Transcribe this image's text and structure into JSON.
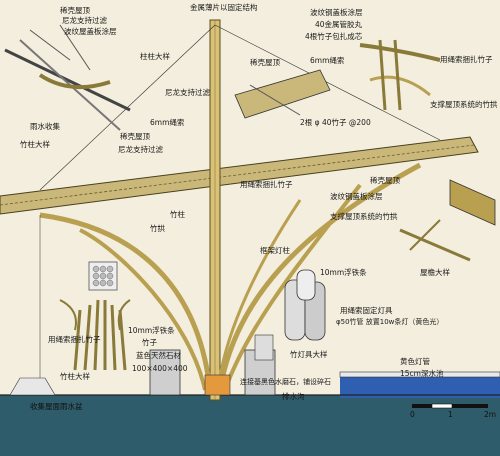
{
  "labels": {
    "roof_tile": "稀壳屋顶",
    "nylon_mesh_1": "尼龙支持过滤",
    "waterproof_coat": "波纹屋盖板涂层",
    "top_fix": "金属薄片以固定结构",
    "column_detail_top": "柱柱大样",
    "wave_roof_coat": "波纹钢盖板涂层",
    "glue_40": "40金属管胶丸",
    "bamboo_4": "4根竹子包扎成芯",
    "rope_6mm": "6mm绳索",
    "tie_bamboo_1": "用绳索捆扎竹子",
    "roof_tile_2": "稀壳屋顶",
    "nylon_mesh_2": "尼龙支持过滤",
    "rope_6mm_2": "6mm绳索",
    "bamboo_count": "2根 φ 40竹子 @200",
    "rain_eave": "雨水收集",
    "column_detail_left": "竹柱大样",
    "support_roof": "支撑屋顶系统的竹拱",
    "roof_tile_3": "稀壳屋顶",
    "nylon_mesh_3": "尼龙支持过滤",
    "tie_bamboo_2": "用绳索捆扎竹子",
    "bamboo_pillar": "竹柱",
    "bamboo_arch": "竹拱",
    "roof_tile_4": "稀壳屋顶",
    "wave_coat_2": "波纹钢盖板涂层",
    "support_roof_2": "支撑屋顶系统的竹拱",
    "base_detail": "屋檐大样",
    "frame_light": "框架灯柱",
    "rope_10mm": "10mm浮铁条",
    "tie_lamp": "用绳索固定灯具",
    "lamp_spec": "φ50竹管 放置10w条灯（黄色光）",
    "rope_10mm_2": "10mm浮铁条",
    "tie_bamboo_3": "用绳索捆扎竹子",
    "bamboo_label": "竹子",
    "stone_base": "蓝色天然石材",
    "stone_size": "100×400×400",
    "column_detail_bottom": "竹柱大样",
    "floor_note": "连接基黑色水磨石，铺设碎石",
    "drain_note": "排水沟",
    "lamp_detail": "竹灯具大样",
    "pool_light": "黄色灯管",
    "pool_depth": "15cm深水池",
    "collect_well": "收集屋面雨水盆",
    "scale_0": "0",
    "scale_1": "1",
    "scale_2": "2m"
  },
  "colors": {
    "paper": "#f3eedd",
    "bamboo": "#d9c177",
    "bamboo_dark": "#8a7a3a",
    "roof": "#c9b87a",
    "water": "#2f5c6a",
    "pool_blue": "#2f5fb0",
    "ink": "#1b1b1b"
  }
}
